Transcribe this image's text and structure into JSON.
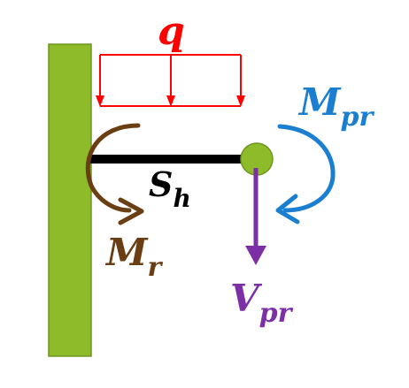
{
  "labels": {
    "q": "q",
    "sh_main": "S",
    "sh_sub": "h",
    "mr_main": "M",
    "mr_sub": "r",
    "mpr_main": "M",
    "mpr_sub": "pr",
    "vpr_main": "V",
    "vpr_sub": "pr"
  },
  "colors": {
    "wall": "#8dbb2a",
    "wall_stroke": "#6f951f",
    "beam": "#000000",
    "load": "#ff0000",
    "moment_r": "#6b3d12",
    "moment_pr": "#1a7fd0",
    "shear": "#7d2fa6",
    "hinge": "#8dbb2a"
  }
}
